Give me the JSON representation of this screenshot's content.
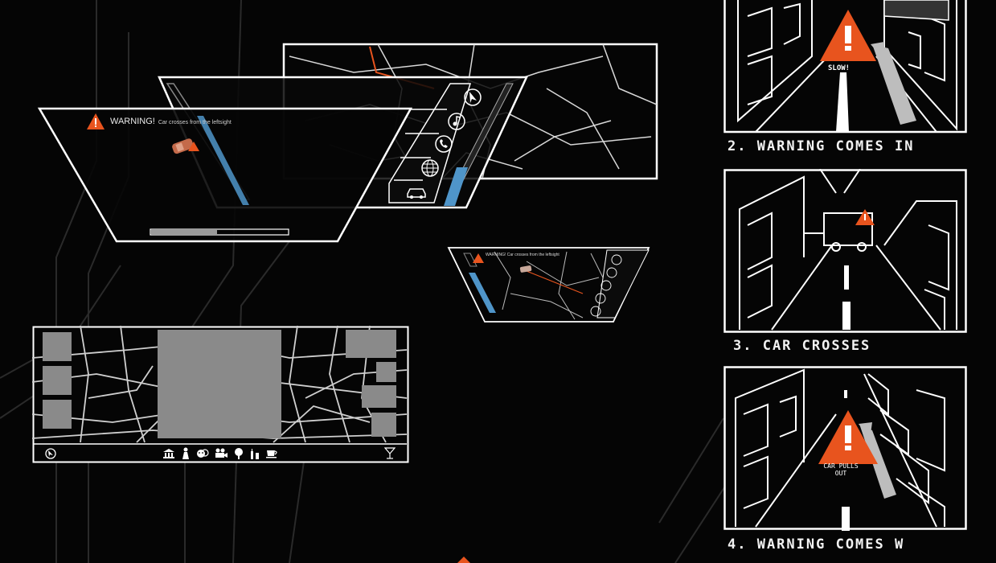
{
  "warning": {
    "title": "WARNING!",
    "message": "Car crosses from the leftsight",
    "mini_message": "WARNING!  Car crosses from the leftsight"
  },
  "storyboard": {
    "panels": [
      {
        "caption": "2. WARNING COMES IN",
        "sign_text": "SLOW!"
      },
      {
        "caption": "3. CAR CROSSES"
      },
      {
        "caption": "4. WARNING COMES W",
        "sign_text": "CAR PULLS OUT"
      }
    ]
  },
  "colors": {
    "accent": "#e8541e",
    "highlight": "#4f95c9",
    "line": "#ffffff",
    "panel_gray": "#8a8a8a",
    "background": "#050505"
  },
  "icons": {
    "sidebar": [
      "navigation-icon",
      "music-icon",
      "phone-icon",
      "globe-icon",
      "car-icon"
    ],
    "poi_bar": [
      "museum-icon",
      "person-icon",
      "theater-icon",
      "camera-icon",
      "tree-icon",
      "drink-icon",
      "coffee-icon"
    ]
  }
}
